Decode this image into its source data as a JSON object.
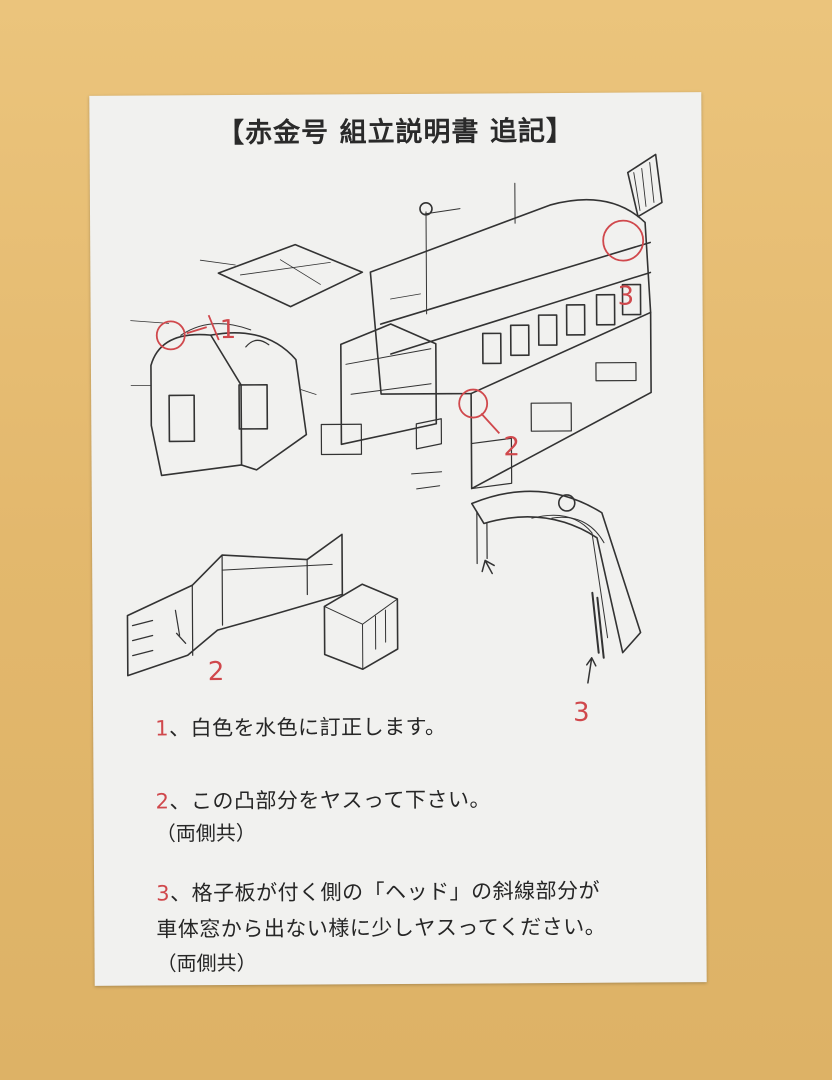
{
  "title": "【赤金号 組立説明書 追記】",
  "callouts": [
    "1",
    "2",
    "3",
    "2",
    "3"
  ],
  "notes": [
    {
      "num": "1",
      "text": "、白色を水色に訂正します。"
    },
    {
      "num": "2",
      "text": "、この凸部分をヤスって下さい。",
      "sub": "（両側共）"
    },
    {
      "num": "3",
      "text": "、格子板が付く側の「ヘッド」の斜線部分が",
      "line2": "車体窓から出ない様に少しヤスってください。",
      "sub": "（両側共）"
    }
  ],
  "colors": {
    "background": "#e6bc72",
    "paper": "#f1f1ef",
    "ink": "#2a2a2a",
    "red_ink": "#d0484c"
  }
}
